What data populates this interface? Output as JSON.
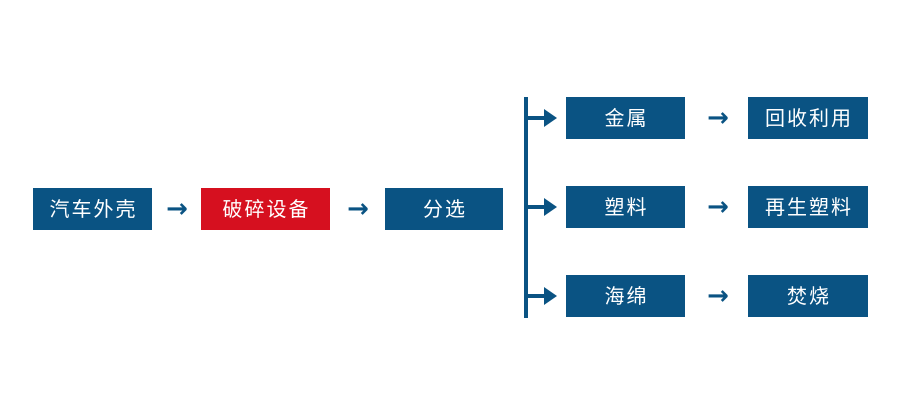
{
  "diagram": {
    "title": "",
    "colors": {
      "primary_blue": "#0a5383",
      "highlight_red": "#d6101f",
      "text": "#ffffff",
      "background": "#ffffff"
    },
    "main_chain": [
      {
        "id": "shell",
        "label": "汽车外壳",
        "color": "blue"
      },
      {
        "id": "crusher",
        "label": "破碎设备",
        "color": "red"
      },
      {
        "id": "sorting",
        "label": "分选",
        "color": "blue"
      }
    ],
    "branches": [
      {
        "material": {
          "label": "金属",
          "color": "blue"
        },
        "outcome": {
          "label": "回收利用",
          "color": "blue"
        }
      },
      {
        "material": {
          "label": "塑料",
          "color": "blue"
        },
        "outcome": {
          "label": "再生塑料",
          "color": "blue"
        }
      },
      {
        "material": {
          "label": "海绵",
          "color": "blue"
        },
        "outcome": {
          "label": "焚烧",
          "color": "blue"
        }
      }
    ],
    "arrows": {
      "glyph": "→",
      "count_inline": 5,
      "count_branch_stubs": 3
    }
  }
}
